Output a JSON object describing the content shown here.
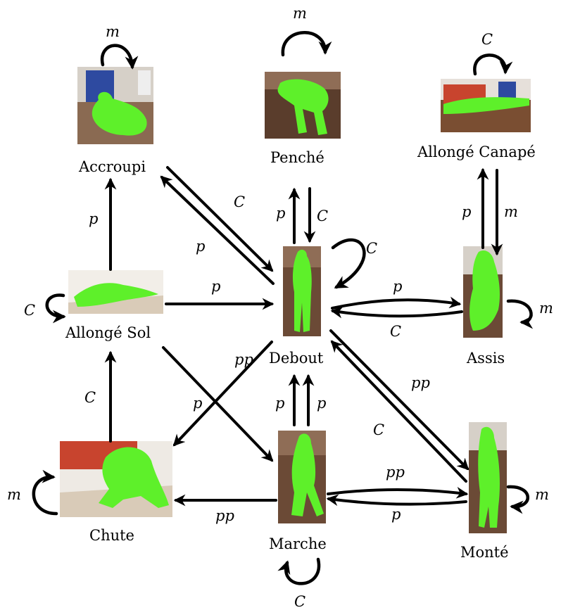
{
  "states": {
    "accroupi": "Accroupi",
    "penche": "Penché",
    "allonge_canape": "Allongé Canapé",
    "allonge_sol": "Allongé Sol",
    "debout": "Debout",
    "assis": "Assis",
    "chute": "Chute",
    "marche": "Marche",
    "monte": "Monté"
  },
  "edges": {
    "loop_accroupi": "m",
    "loop_penche": "m",
    "loop_allonge_canape": "C",
    "loop_allonge_sol": "C",
    "loop_debout": "C",
    "loop_assis": "m",
    "loop_chute": "m",
    "loop_marche": "C",
    "loop_monte": "m",
    "allonge_sol_to_accroupi": "p",
    "accroupi_to_debout": "C",
    "debout_to_accroupi": "p",
    "debout_to_penche": "p",
    "penche_to_debout": "C",
    "assis_to_allonge_canape": "p",
    "allonge_canape_to_assis": "m",
    "allonge_sol_to_debout": "p",
    "debout_to_assis": "p",
    "assis_to_debout": "C",
    "chute_to_allonge_sol": "C",
    "debout_to_chute": "pp",
    "allonge_sol_to_marche": "p",
    "debout_to_marche": "p",
    "marche_to_debout": "p",
    "debout_to_monte": "pp",
    "monte_to_debout": "C",
    "marche_to_chute": "pp",
    "marche_to_monte": "pp",
    "monte_to_marche": "p"
  },
  "colors": {
    "silhouette": "#5ef02a",
    "arrow": "#000000",
    "floor": "#d9cbb8",
    "wall": "#f2eee8",
    "dark_floor": "#7a4e32",
    "red_sofa": "#c8442e",
    "blue_chair": "#2e4aa0"
  }
}
